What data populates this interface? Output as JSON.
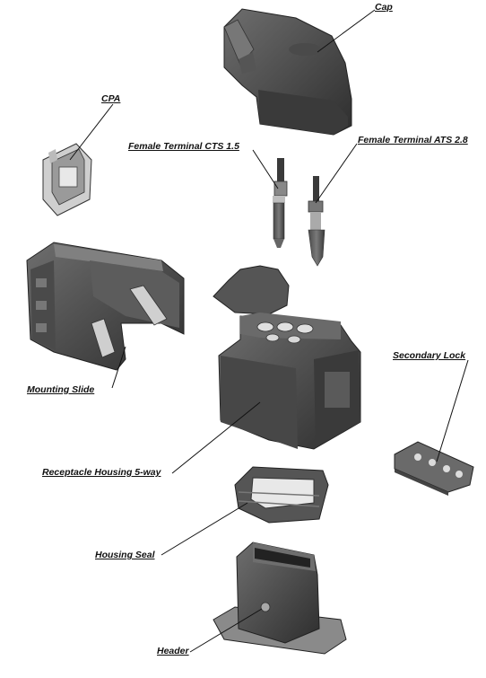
{
  "labels": {
    "cap": "Cap",
    "cpa": "CPA",
    "female_terminal_cts": "Female Terminal CTS 1.5",
    "female_terminal_ats": "Female Terminal ATS 2.8",
    "secondary_lock": "Secondary Lock",
    "mounting_slide": "Mounting Slide",
    "receptacle_housing": "Receptacle Housing 5-way",
    "housing_seal": "Housing Seal",
    "header": "Header"
  },
  "colors": {
    "part_dark": "#3f3f3f",
    "part_mid": "#5a5a5a",
    "part_light": "#8a8a8a",
    "leader": "#111111"
  }
}
